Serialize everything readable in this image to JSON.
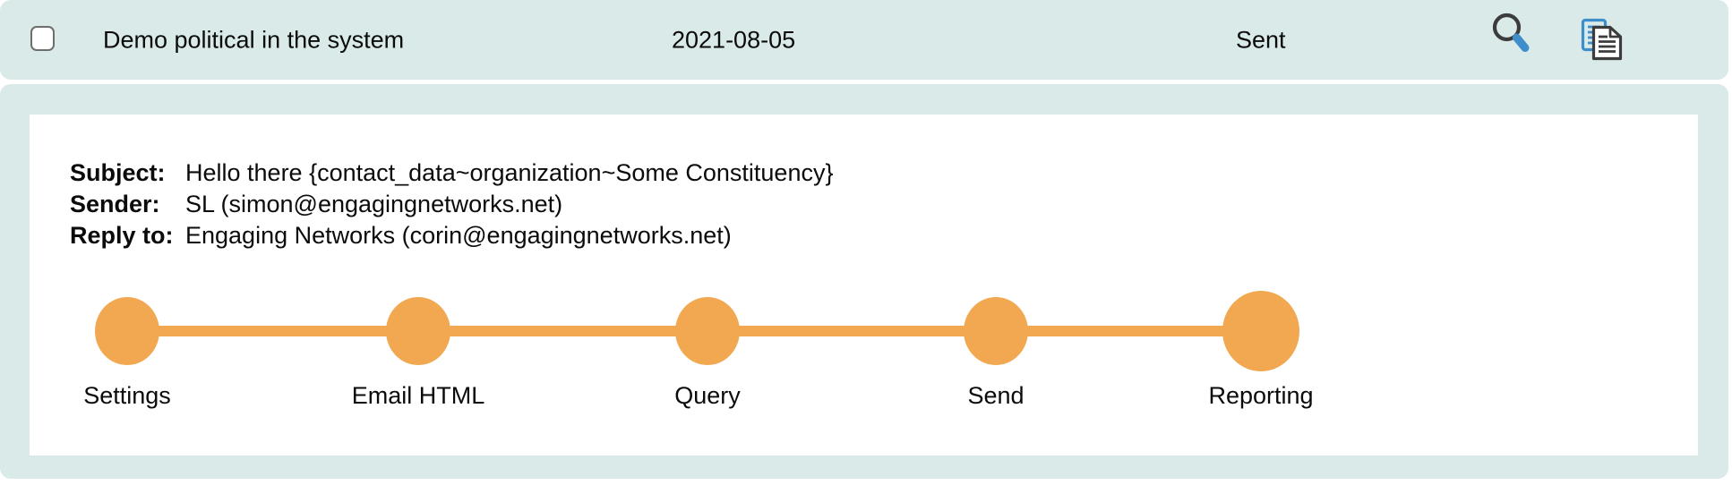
{
  "colors": {
    "panel_teal": "#d9eae9",
    "card_white": "#ffffff",
    "step_orange": "#f2a851",
    "icon_dark": "#3c3c3c",
    "icon_blue": "#3e8ecc",
    "checkbox_border": "#6e6e6e",
    "text": "#0b0b0b"
  },
  "header": {
    "title": "Demo political in the system",
    "date": "2021-08-05",
    "status": "Sent",
    "checkbox_checked": false,
    "icons": [
      {
        "name": "search-icon"
      },
      {
        "name": "copy-icon"
      }
    ]
  },
  "details": {
    "rows": [
      {
        "label": "Subject:",
        "value": "Hello there {contact_data~organization~Some Constituency}"
      },
      {
        "label": "Sender:",
        "value": "SL (simon@engagingnetworks.net)"
      },
      {
        "label": "Reply to:",
        "value": "Engaging Networks (corin@engagingnetworks.net)"
      }
    ]
  },
  "timeline": {
    "node_color": "#f2a851",
    "steps": [
      {
        "label": "Settings"
      },
      {
        "label": "Email HTML"
      },
      {
        "label": "Query"
      },
      {
        "label": "Send"
      },
      {
        "label": "Reporting",
        "current": true
      }
    ]
  }
}
